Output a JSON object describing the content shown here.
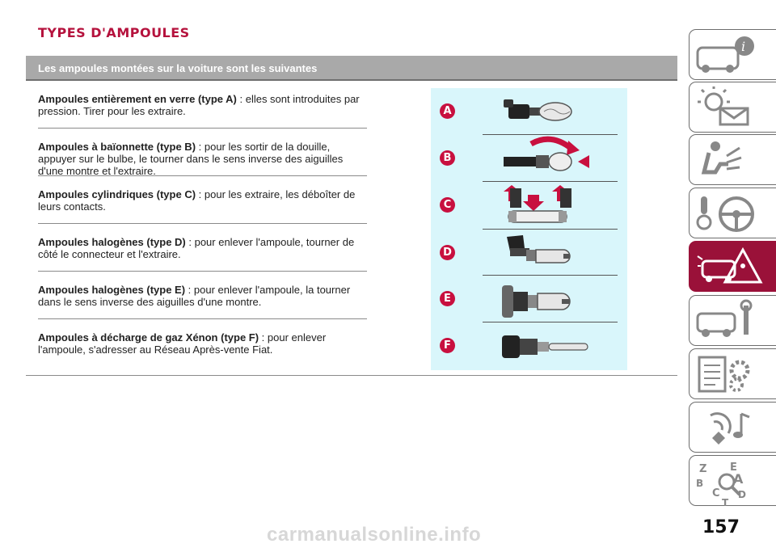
{
  "page": {
    "title": "TYPES D'AMPOULES",
    "section_heading": "Les ampoules montées sur la voiture sont les suivantes",
    "page_number": "157",
    "watermark": "carmanualsonline.info"
  },
  "entries": [
    {
      "label": "Ampoules entièrement en verre (type A)",
      "text": " : elles sont introduites par pression. Tirer pour les extraire."
    },
    {
      "label": "Ampoules à baïonnette (type B)",
      "text": " : pour les sortir de la douille, appuyer sur le bulbe, le tourner dans le sens inverse des aiguilles d'une montre et l'extraire."
    },
    {
      "label": "Ampoules cylindriques (type C)",
      "text": " : pour les extraire, les déboîter de leurs contacts."
    },
    {
      "label": "Ampoules halogènes (type D)",
      "text": " : pour enlever l'ampoule, tourner de côté le connecteur et l'extraire."
    },
    {
      "label": "Ampoules halogènes (type E)",
      "text": " : pour enlever l'ampoule, la tourner dans le sens inverse des aiguilles d'une montre."
    },
    {
      "label": "Ampoules à décharge de gaz Xénon (type F)",
      "text": " : pour enlever l'ampoule, s'adresser au Réseau Après-vente Fiat."
    }
  ],
  "figure": {
    "badges": [
      "A",
      "B",
      "C",
      "D",
      "E",
      "F"
    ]
  },
  "tabs": [
    {
      "icon": "dashboard-info-icon",
      "active": false
    },
    {
      "icon": "warning-lights-mail-icon",
      "active": false
    },
    {
      "icon": "seat-safety-icon",
      "active": false
    },
    {
      "icon": "steering-start-icon",
      "active": false
    },
    {
      "icon": "emergency-car-icon",
      "active": true
    },
    {
      "icon": "maintenance-wrench-icon",
      "active": false
    },
    {
      "icon": "technical-data-gear-icon",
      "active": false
    },
    {
      "icon": "multimedia-note-icon",
      "active": false
    },
    {
      "icon": "index-letters-icon",
      "active": false
    }
  ],
  "colors": {
    "accent": "#c8103f",
    "band": "#a9a9a9",
    "figure_bg": "#d9f6fb",
    "active_tab": "#9a1139"
  }
}
